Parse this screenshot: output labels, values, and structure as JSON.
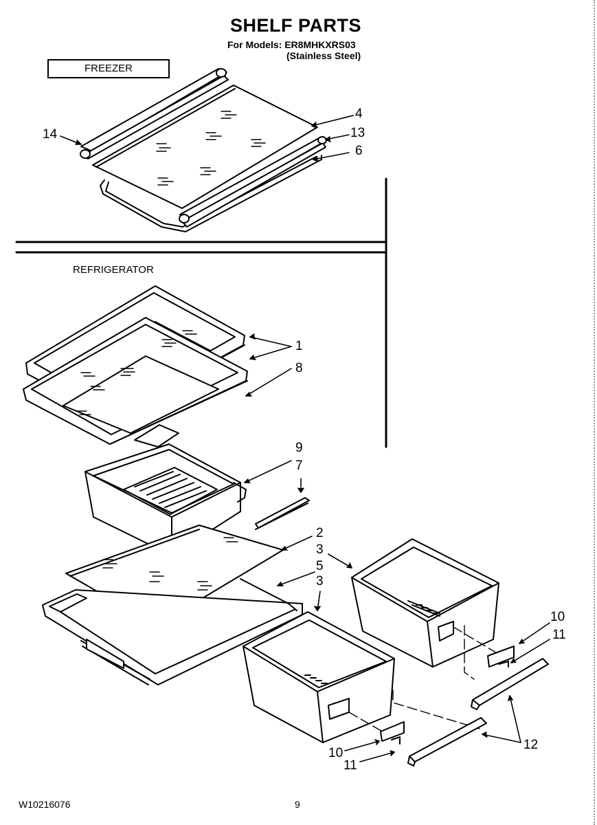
{
  "header": {
    "title": "SHELF PARTS",
    "models_line": "For Models: ER8MHKXRS03",
    "finish_line": "(Stainless Steel)"
  },
  "sections": {
    "freezer": "FREEZER",
    "refrigerator": "REFRIGERATOR"
  },
  "callouts": {
    "c14": "14",
    "c4": "4",
    "c13": "13",
    "c6": "6",
    "c1": "1",
    "c8": "8",
    "c9": "9",
    "c7": "7",
    "c2": "2",
    "c3a": "3",
    "c5": "5",
    "c3b": "3",
    "c10a": "10",
    "c11a": "11",
    "c12": "12",
    "c10b": "10",
    "c11b": "11"
  },
  "footer": {
    "doc_number": "W10216076",
    "page_number": "9"
  }
}
